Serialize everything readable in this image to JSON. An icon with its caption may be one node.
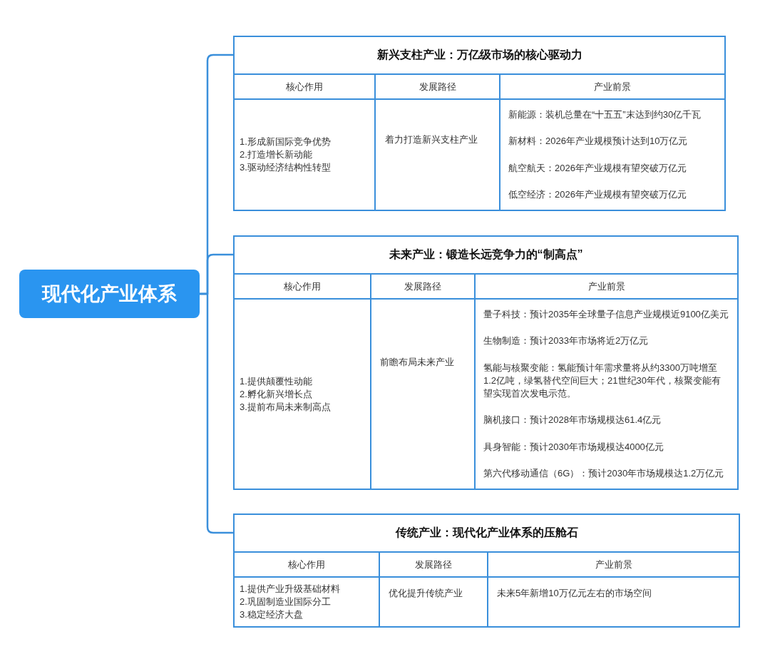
{
  "diagram": {
    "nodes": [
      {
        "text": [
          "现代化产业体系"
        ]
      },
      {
        "text": [
          "新兴支柱产业：万亿级市场的核心驱动力"
        ]
      },
      {
        "text": [
          "核心作用"
        ],
        "in": 1
      },
      {
        "text": [
          "发展路径"
        ],
        "in": 1
      },
      {
        "text": [
          "产业前景"
        ],
        "in": 1
      },
      {
        "text": [
          "1.形成新国际竞争优势",
          "2.打造增长新动能",
          "3.驱动经济结构性转型"
        ],
        "in": 1
      },
      {
        "text": [
          "着力打造新兴支柱产业"
        ],
        "in": 1
      },
      {
        "text": [
          "新能源：装机总量在“十五五”末达到约30亿千瓦",
          "新材料：2026年产业规模预计达到10万亿元",
          "航空航天：2026年产业规模有望突破万亿元",
          "低空经济：2026年产业规模有望突破万亿元"
        ],
        "in": 1
      },
      {
        "text": [
          "未来产业：锻造长远竞争力的“制高点”"
        ]
      },
      {
        "text": [
          "核心作用"
        ],
        "in": 8
      },
      {
        "text": [
          "发展路径"
        ],
        "in": 8
      },
      {
        "text": [
          "产业前景"
        ],
        "in": 8
      },
      {
        "text": [
          "1.提供颠覆性动能",
          "2.孵化新兴增长点",
          "3.提前布局未来制高点"
        ],
        "in": 8
      },
      {
        "text": [
          "前瞻布局未来产业"
        ],
        "in": 8
      },
      {
        "text": [
          "量子科技：预计2035年全球量子信息产业规模近9100亿美元",
          "生物制造：预计2033年市场将近2万亿元",
          "氢能与核聚变能：氢能预计年需求量将从约3300万吨增至1.2亿吨，绿氢替代空间巨大；21世纪30年代，核聚变能有望实现首次发电示范。",
          "脑机接口：预计2028年市场规模达61.4亿元",
          "具身智能：预计2030年市场规模达4000亿元",
          "第六代移动通信（6G）：预计2030年市场规模达1.2万亿元"
        ],
        "in": 8
      },
      {
        "text": [
          "传统产业：现代化产业体系的压舱石"
        ]
      },
      {
        "text": [
          "核心作用"
        ],
        "in": 15
      },
      {
        "text": [
          "发展路径"
        ],
        "in": 15
      },
      {
        "text": [
          "产业前景"
        ],
        "in": 15
      },
      {
        "text": [
          "1.提供产业升级基础材料",
          "2.巩固制造业国际分工",
          "3.稳定经济大盘"
        ],
        "in": 15
      },
      {
        "text": [
          "优化提升传统产业"
        ],
        "in": 15
      },
      {
        "text": [
          "未来5年新增10万亿元左右的市场空间"
        ],
        "in": 15
      }
    ],
    "edges": [
      {
        "from": 0,
        "to": 1,
        "arrow": "none"
      },
      {
        "from": 0,
        "to": 8,
        "arrow": "none"
      },
      {
        "from": 0,
        "to": 15,
        "arrow": "none"
      }
    ]
  }
}
